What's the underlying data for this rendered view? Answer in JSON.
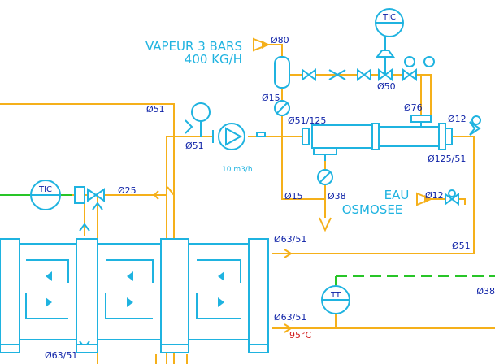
{
  "steam": {
    "line1": "VAPEUR 3 BARS",
    "line2": "400 KG/H",
    "dn_inlet": "Ø80",
    "dn_drop": "Ø15",
    "dn_valve": "Ø50"
  },
  "water": {
    "line1": "EAU",
    "line2": "OSMOSEE",
    "dn_inlet": "Ø12"
  },
  "instruments": {
    "tic_top": "TIC",
    "tic_left": "TIC",
    "tt": "TT"
  },
  "pipes": {
    "top_left": "Ø51",
    "pump_suction": "Ø51",
    "header": "Ø51/125",
    "vent": "Ø76",
    "top_right": "Ø12",
    "outlet_right": "Ø125/51",
    "drain_left": "Ø15",
    "drain_bottom": "Ø38",
    "ctrl_valve": "Ø25",
    "return_right": "Ø51",
    "hx_upper": "Ø63/51",
    "hx_lower": "Ø63/51",
    "far_right": "Ø38",
    "bottom_left": "Ø63/51"
  },
  "pump": {
    "flow": "10 m3/h"
  },
  "temperature": "95°C",
  "colors": {
    "pipe": "#f5b01a",
    "equipment": "#1fb3e0",
    "signal": "#28c528",
    "label": "#0b1fa6",
    "temperature": "#d11a1a"
  }
}
